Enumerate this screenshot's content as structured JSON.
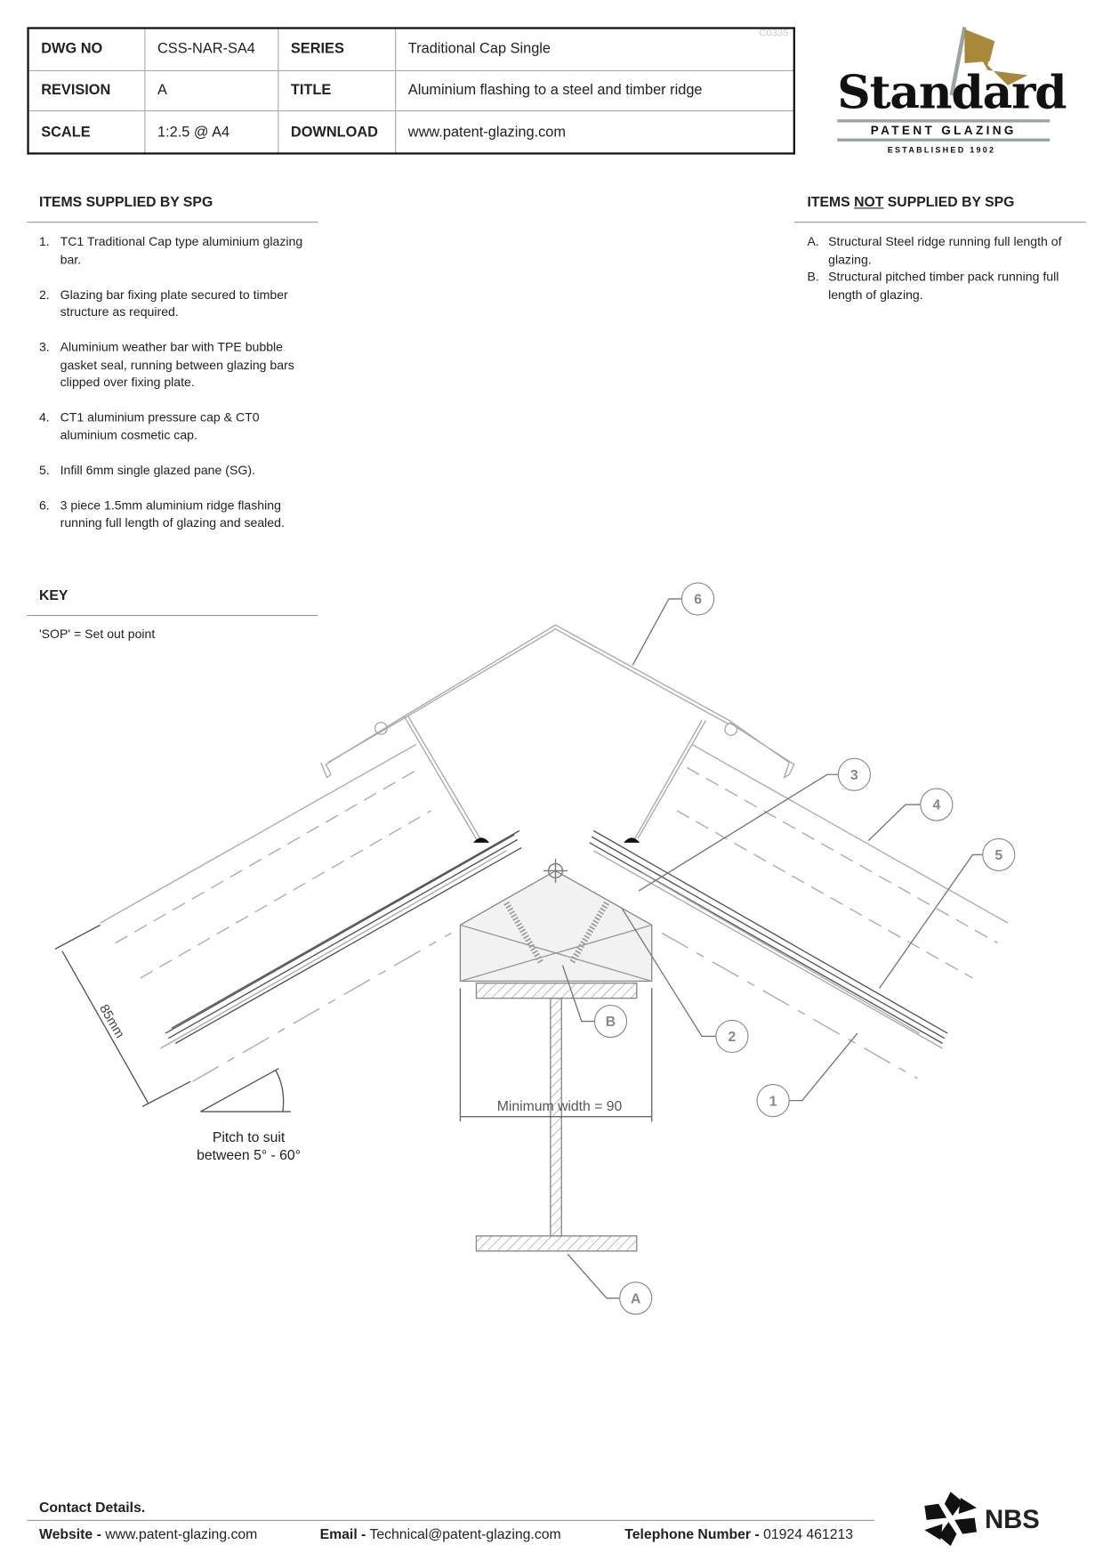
{
  "header": {
    "ref_code": "C0335",
    "rows": [
      {
        "k1": "DWG NO",
        "v1": "CSS-NAR-SA4",
        "k2": "SERIES",
        "v2": "Traditional Cap Single"
      },
      {
        "k1": "REVISION",
        "v1": "A",
        "k2": "TITLE",
        "v2": "Aluminium flashing to a steel and timber ridge"
      },
      {
        "k1": "SCALE",
        "v1": "1:2.5 @ A4",
        "k2": "DOWNLOAD",
        "v2": "www.patent-glazing.com"
      }
    ]
  },
  "logo": {
    "name": "Standard",
    "sub": "PATENT GLAZING",
    "est": "ESTABLISHED 1902",
    "gold": "#a8893a",
    "grey": "#9aa3a3"
  },
  "supplied": {
    "heading": "ITEMS SUPPLIED BY SPG",
    "items": [
      {
        "n": "1.",
        "t": "TC1 Traditional Cap type aluminium glazing bar."
      },
      {
        "n": "2.",
        "t": "Glazing bar fixing plate secured to timber structure as required."
      },
      {
        "n": "3.",
        "t": "Aluminium weather bar with TPE bubble gasket seal, running between glazing bars clipped over fixing plate."
      },
      {
        "n": "4.",
        "t": "CT1 aluminium pressure cap & CT0 aluminium cosmetic cap."
      },
      {
        "n": "5.",
        "t": "Infill 6mm single glazed pane (SG)."
      },
      {
        "n": "6.",
        "t": "3 piece 1.5mm aluminium ridge flashing running full length of glazing and sealed."
      }
    ]
  },
  "not_supplied": {
    "heading_pre": "ITEMS ",
    "heading_ul": "NOT",
    "heading_post": " SUPPLIED BY SPG",
    "items": [
      {
        "n": "A.",
        "t": "Structural Steel ridge running full length of glazing."
      },
      {
        "n": "B.",
        "t": "Structural pitched timber pack running full length of glazing."
      }
    ]
  },
  "key": {
    "heading": "KEY",
    "text": "'SOP' = Set out point"
  },
  "drawing": {
    "callouts": [
      "6",
      "3",
      "4",
      "5",
      "2",
      "1",
      "B",
      "A"
    ],
    "dim_85": "85mm",
    "min_width": "Minimum width = 90",
    "pitch_line1": "Pitch to suit",
    "pitch_line2": "between 5° - 60°"
  },
  "contact": {
    "heading": "Contact Details.",
    "website_label": "Website",
    "website": "www.patent-glazing.com",
    "email_label": "Email",
    "email": "Technical@patent-glazing.com",
    "phone_label": "Telephone Number",
    "phone": "01924 461213",
    "sep": "-"
  },
  "nbs": {
    "text": "NBS"
  }
}
